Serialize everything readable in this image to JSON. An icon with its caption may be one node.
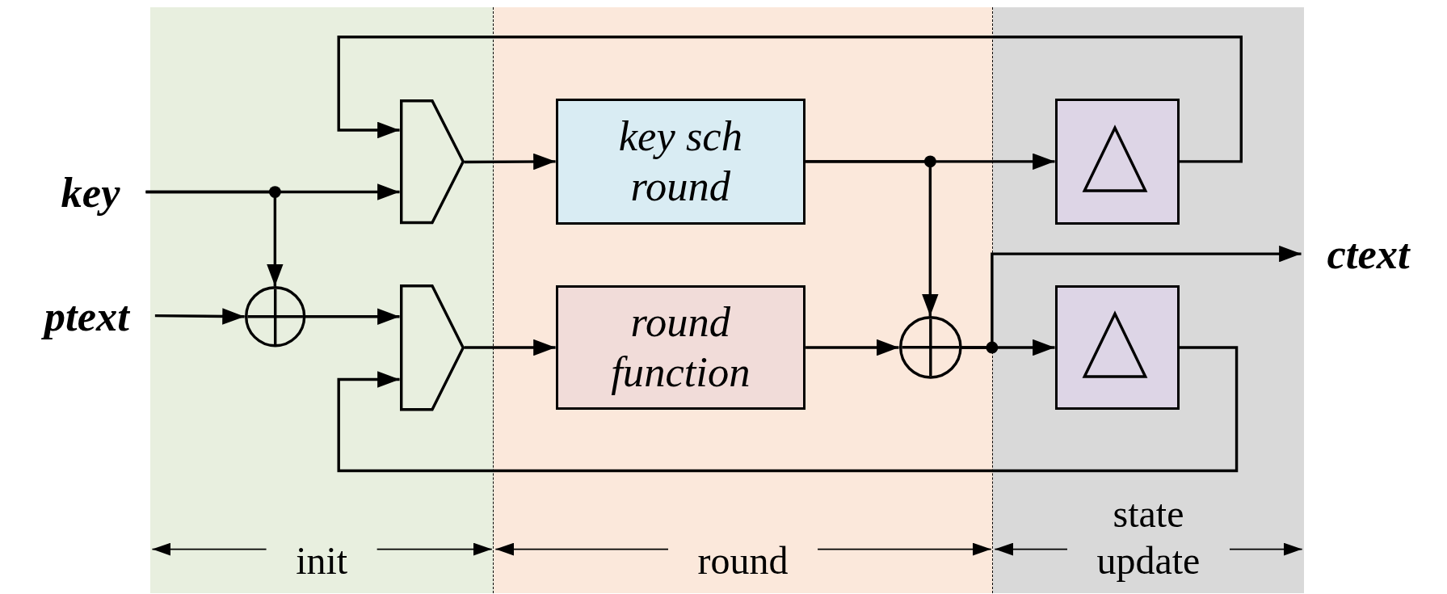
{
  "diagram": {
    "nodes": [
      {
        "text": [
          "init"
        ]
      },
      {
        "text": [
          "round"
        ]
      },
      {
        "text": [
          "state update"
        ]
      },
      {
        "text": [
          "key"
        ]
      },
      {
        "text": [
          "ptext"
        ]
      },
      {
        "text": [],
        "shape": "circle",
        "in": 0
      },
      {
        "text": [],
        "shape": "trapezoid",
        "in": 0
      },
      {
        "text": [],
        "shape": "trapezoid",
        "in": 0
      },
      {
        "text": [
          "key sch round"
        ],
        "in": 1
      },
      {
        "text": [
          "round function"
        ],
        "in": 1
      },
      {
        "text": [],
        "shape": "circle",
        "in": 1
      },
      {
        "text": [],
        "shape": "box",
        "in": 2
      },
      {
        "text": [],
        "shape": "box",
        "in": 2
      },
      {
        "text": [
          "ctext"
        ]
      }
    ],
    "edges": [
      {
        "from": 3,
        "to": 6,
        "arrow": "to"
      },
      {
        "from": 3,
        "to": 5,
        "arrow": "to"
      },
      {
        "from": 4,
        "to": 5,
        "arrow": "to"
      },
      {
        "from": 5,
        "to": 7,
        "arrow": "to"
      },
      {
        "from": 6,
        "to": 8,
        "arrow": "to"
      },
      {
        "from": 7,
        "to": 9,
        "arrow": "to"
      },
      {
        "from": 8,
        "to": 11,
        "arrow": "to"
      },
      {
        "from": 8,
        "to": 10,
        "arrow": "to"
      },
      {
        "from": 9,
        "to": 10,
        "arrow": "to"
      },
      {
        "from": 10,
        "to": 12,
        "arrow": "to"
      },
      {
        "from": 10,
        "to": 13,
        "arrow": "to"
      },
      {
        "from": 11,
        "to": 6,
        "arrow": "to"
      },
      {
        "from": 12,
        "to": 7,
        "arrow": "to"
      }
    ]
  }
}
